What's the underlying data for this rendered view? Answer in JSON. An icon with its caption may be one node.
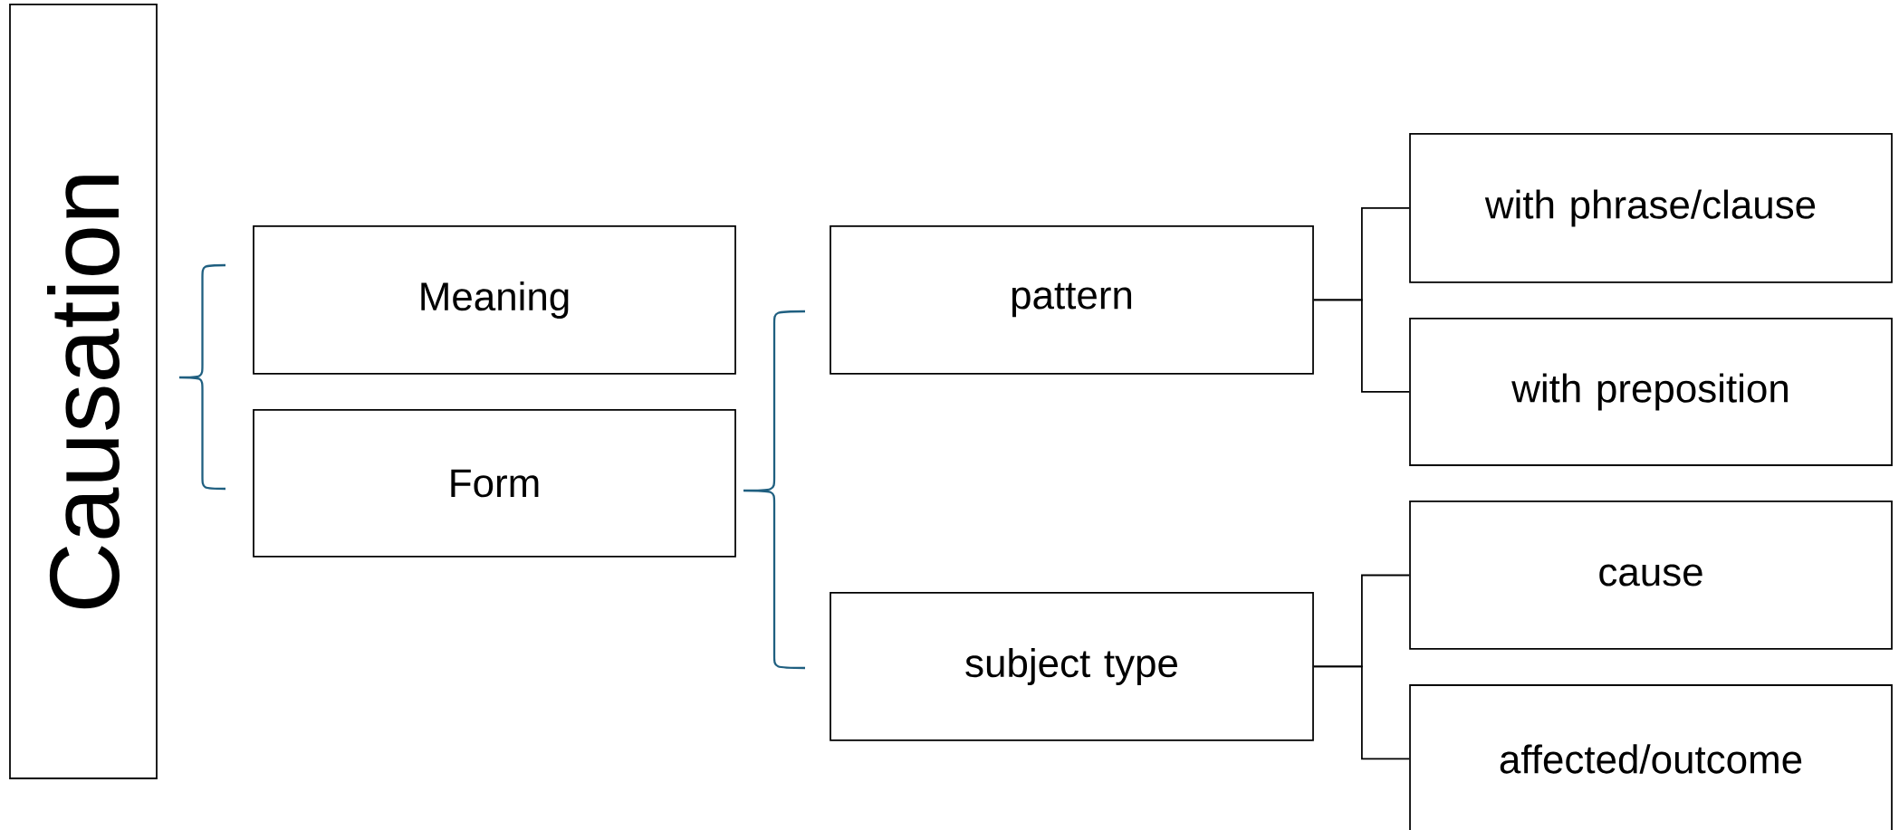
{
  "diagram": {
    "nodes": [
      {
        "text": [
          "Causation"
        ]
      },
      {
        "text": [
          "Meaning"
        ]
      },
      {
        "text": [
          "Form"
        ]
      },
      {
        "text": [
          "pattern"
        ]
      },
      {
        "text": [
          "subject type"
        ]
      },
      {
        "text": [
          "with phrase/clause"
        ]
      },
      {
        "text": [
          "with preposition"
        ]
      },
      {
        "text": [
          "cause"
        ]
      },
      {
        "text": [
          "affected/outcome"
        ]
      }
    ],
    "edges": [
      {
        "from": 3,
        "to": 5,
        "arrow": "none"
      },
      {
        "from": 3,
        "to": 6,
        "arrow": "none"
      },
      {
        "from": 4,
        "to": 7,
        "arrow": "none"
      },
      {
        "from": 4,
        "to": 8,
        "arrow": "none"
      }
    ]
  }
}
